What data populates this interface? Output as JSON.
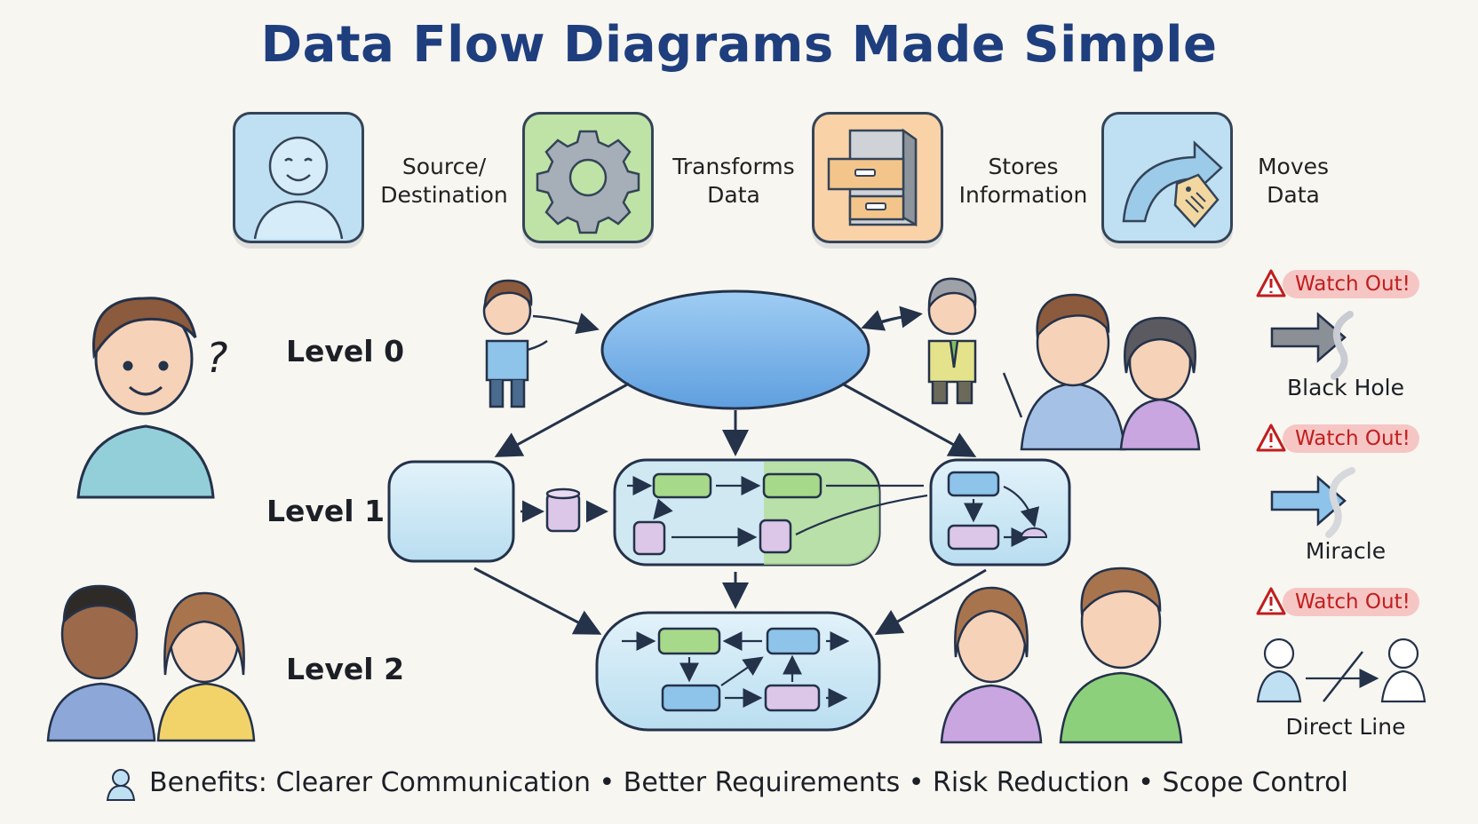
{
  "title": "Data Flow Diagrams Made Simple",
  "legend": [
    {
      "icon": "person-icon",
      "label_line1": "Source/",
      "label_line2": "Destination",
      "color": "#bfe0f2"
    },
    {
      "icon": "gear-icon",
      "label_line1": "Transforms",
      "label_line2": "Data",
      "color": "#bfe3a6"
    },
    {
      "icon": "file-cabinet-icon",
      "label_line1": "Stores",
      "label_line2": "Information",
      "color": "#f9d2a8"
    },
    {
      "icon": "arrow-tag-icon",
      "label_line1": "Moves",
      "label_line2": "Data",
      "color": "#bfe0f2"
    }
  ],
  "levels": [
    "Level 0",
    "Level 1",
    "Level 2"
  ],
  "question_mark": "?",
  "pitfalls": [
    {
      "warning": "Watch Out!",
      "label": "Black Hole"
    },
    {
      "warning": "Watch Out!",
      "label": "Miracle"
    },
    {
      "warning": "Watch Out!",
      "label": "Direct Line"
    }
  ],
  "benefits": "Benefits: Clearer Communication • Better Requirements • Risk Reduction • Scope Control",
  "colors": {
    "title": "#1e3e7e",
    "warning": "#c01e1e",
    "process_blue": "#7fb6e6",
    "process_green": "#a7d98a",
    "store_purple": "#dcc7e8"
  }
}
